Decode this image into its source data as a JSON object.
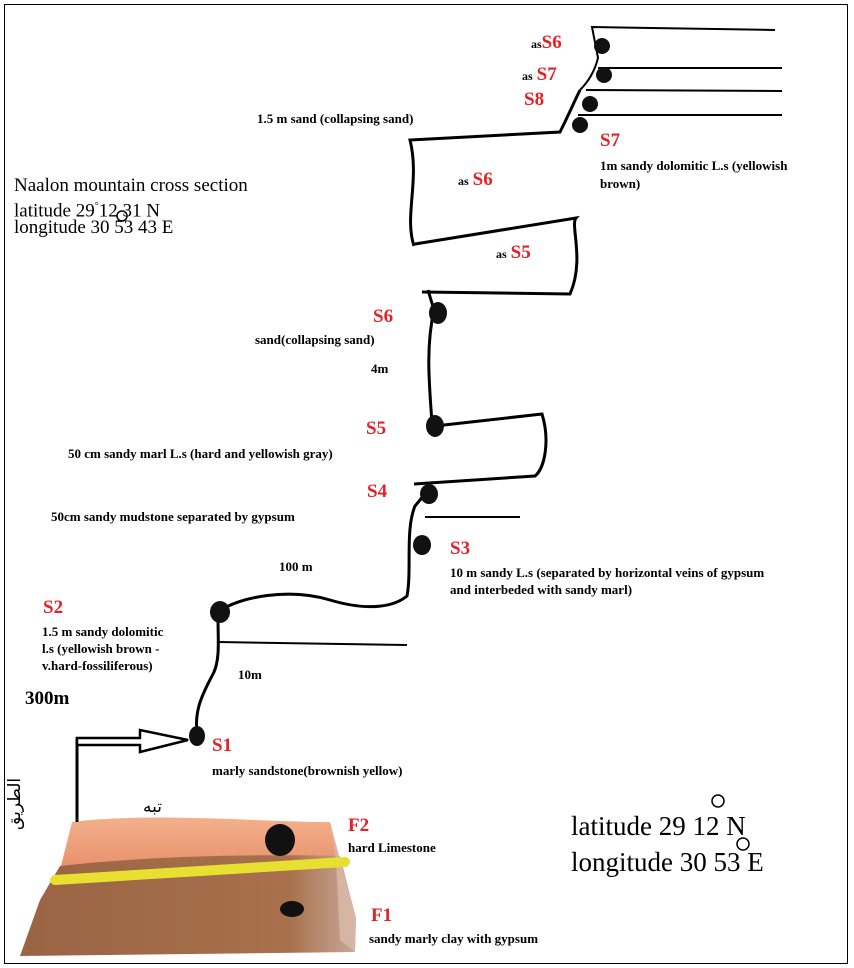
{
  "title_block": {
    "line1": "Naalon mountain cross section",
    "lat_prefix": "latitude  29",
    "lat_rest": "12 31 N",
    "lon_prefix": "longitude 30",
    "lon_rest": "53  43 E"
  },
  "coords_bottom": {
    "lat_prefix": "latitude 29",
    "lat_rest": "12 N",
    "lon_prefix": "longitude 30",
    "lon_rest": "53 E"
  },
  "scale": {
    "s300": "300m",
    "s100": "100 m",
    "s10": "10m",
    "s4": "4m"
  },
  "arabic": {
    "road": "الطريق",
    "hill": "تبه"
  },
  "stations": {
    "S1": {
      "code": "S1",
      "desc": "marly sandstone(brownish yellow)"
    },
    "S2": {
      "code": "S2",
      "desc1": "1.5 m sandy dolomitic",
      "desc2": "l.s (yellowish brown -",
      "desc3": "v.hard-fossiliferous)"
    },
    "S3": {
      "code": "S3",
      "desc1": "10 m sandy L.s (separated by horizontal veins of gypsum",
      "desc2": "and interbeded with sandy marl)"
    },
    "S4": {
      "code": "S4",
      "desc": "50cm sandy mudstone separated by gypsum"
    },
    "S5": {
      "code": "S5",
      "desc": "50 cm sandy marl L.s (hard and yellowish gray)"
    },
    "S6": {
      "code": "S6",
      "desc": "sand(collapsing sand)"
    },
    "top_sand": "1.5 m sand (collapsing sand)",
    "as_prefix": "as",
    "as_S6": "S6",
    "as_S5": "S5",
    "top_S6": "S6",
    "top_S7": "S7",
    "top_S8": "S8",
    "S7": {
      "code": "S7",
      "desc1": "1m sandy dolomitic L.s (yellowish",
      "desc2": "brown)"
    }
  },
  "block": {
    "F2": {
      "code": "F2",
      "desc": "hard Limestone"
    },
    "F1": {
      "code": "F1",
      "desc": "sandy marly clay with gypsum"
    }
  },
  "colors": {
    "station_red": "#e32126",
    "block_top": "#f0a07a",
    "block_body": "#a8704a",
    "block_band": "#e8e030"
  }
}
